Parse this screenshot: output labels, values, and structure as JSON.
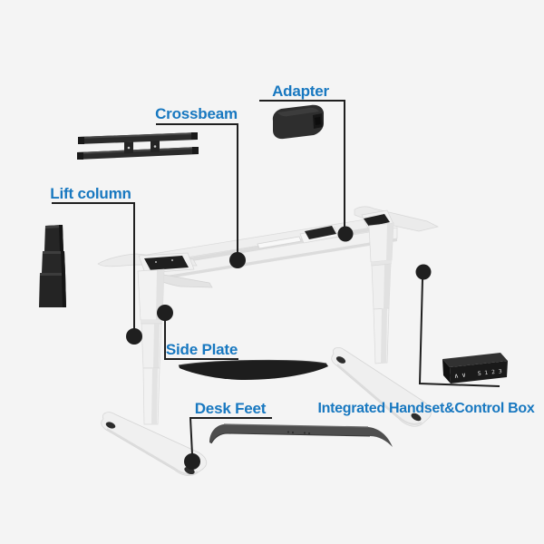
{
  "page": {
    "background_color": "#f4f4f4"
  },
  "diagram": {
    "description": "Exploded parts diagram of a height-adjustable standing desk frame",
    "label_color": "#1878c0",
    "leader_color": "#1f1f1f",
    "labels": {
      "adapter": "Adapter",
      "crossbeam": "Crossbeam",
      "lift_column": "Lift column",
      "side_plate": "Side Plate",
      "desk_feet": "Desk Feet",
      "integrated_handset_control_box": "Integrated Handset&Control Box"
    },
    "handset": {
      "up_down_buttons": "∧ ∨",
      "preset_buttons": "S 1 2 3"
    }
  }
}
